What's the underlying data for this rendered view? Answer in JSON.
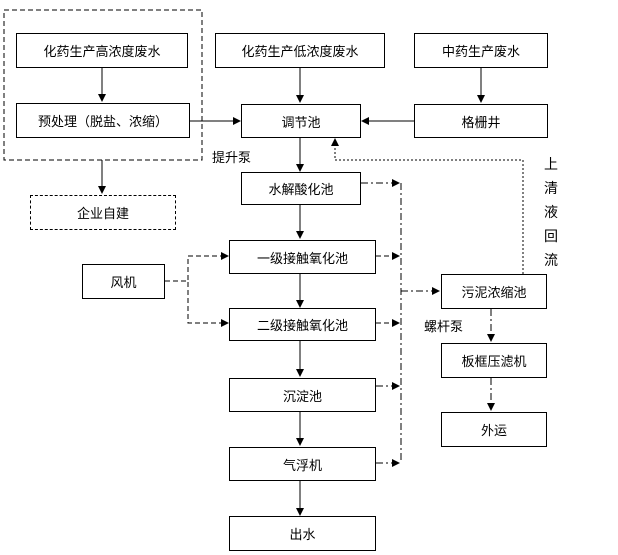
{
  "nodes": {
    "high_conc": "化药生产高浓度废水",
    "pretreat": "预处理（脱盐、浓缩）",
    "self_built": "企业自建",
    "low_conc": "化药生产低浓度废水",
    "regulating": "调节池",
    "tcm": "中药生产废水",
    "grille": "格栅井",
    "hydrolysis": "水解酸化池",
    "contact1": "一级接触氧化池",
    "contact2": "二级接触氧化池",
    "blower": "风机",
    "sedimentation": "沉淀池",
    "flotation": "气浮机",
    "effluent": "出水",
    "sludge_thickener": "污泥浓缩池",
    "filter_press": "板框压滤机",
    "transport": "外运"
  },
  "labels": {
    "lift_pump": "提升泵",
    "supernatant_return": [
      "上",
      "清",
      "液",
      "回",
      "流"
    ],
    "screw_pump": "螺杆泵"
  }
}
